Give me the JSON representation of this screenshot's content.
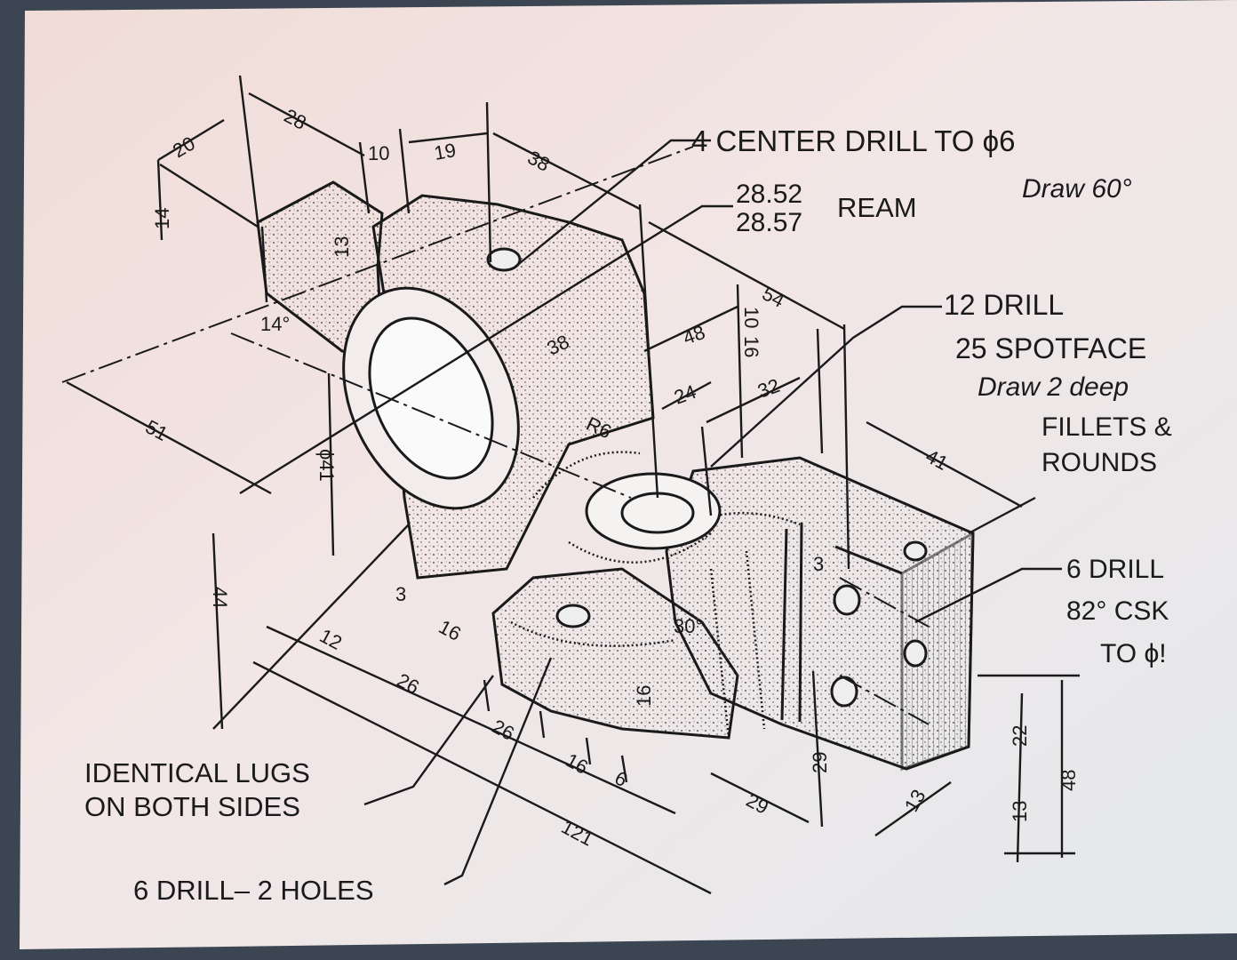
{
  "notes": {
    "center_drill": "4 CENTER DRILL TO ϕ6",
    "draw_60": "Draw 60°",
    "ream_top": "28.52",
    "ream_bottom": "28.57",
    "ream_label": "REAM",
    "drill_12": "12 DRILL",
    "spotface": "25 SPOTFACE",
    "draw_2deep": "Draw 2 deep",
    "fillets": "FILLETS &",
    "rounds": "ROUNDS",
    "drill_6": "6 DRILL",
    "csk": "82° CSK",
    "to_phi": "TO ϕ!",
    "lugs_1": "IDENTICAL LUGS",
    "lugs_2": "ON BOTH SIDES",
    "drill_2holes": "6 DRILL– 2 HOLES"
  },
  "dimensions": {
    "d20": "20",
    "d28": "28",
    "d10": "10",
    "d19": "19",
    "d38a": "38",
    "d14": "14",
    "d13a": "13",
    "d14deg": "14°",
    "d51": "51",
    "d41phi": "ϕ41",
    "d38b": "38",
    "d54": "54",
    "d48a": "48",
    "d10b": "10",
    "d16v": "16",
    "d24": "24",
    "d32": "32",
    "r6": "R6",
    "d41": "41",
    "d44": "44",
    "d3a": "3",
    "d3b": "3",
    "d16a": "16",
    "d12": "12",
    "d26a": "26",
    "d26b": "26",
    "d16b": "16",
    "d6": "6",
    "d121": "121",
    "d30deg": "30°",
    "d16c": "16",
    "d29a": "29",
    "d29b": "29",
    "d13b": "13",
    "d13c": "13",
    "d22": "22",
    "d48b": "48"
  }
}
